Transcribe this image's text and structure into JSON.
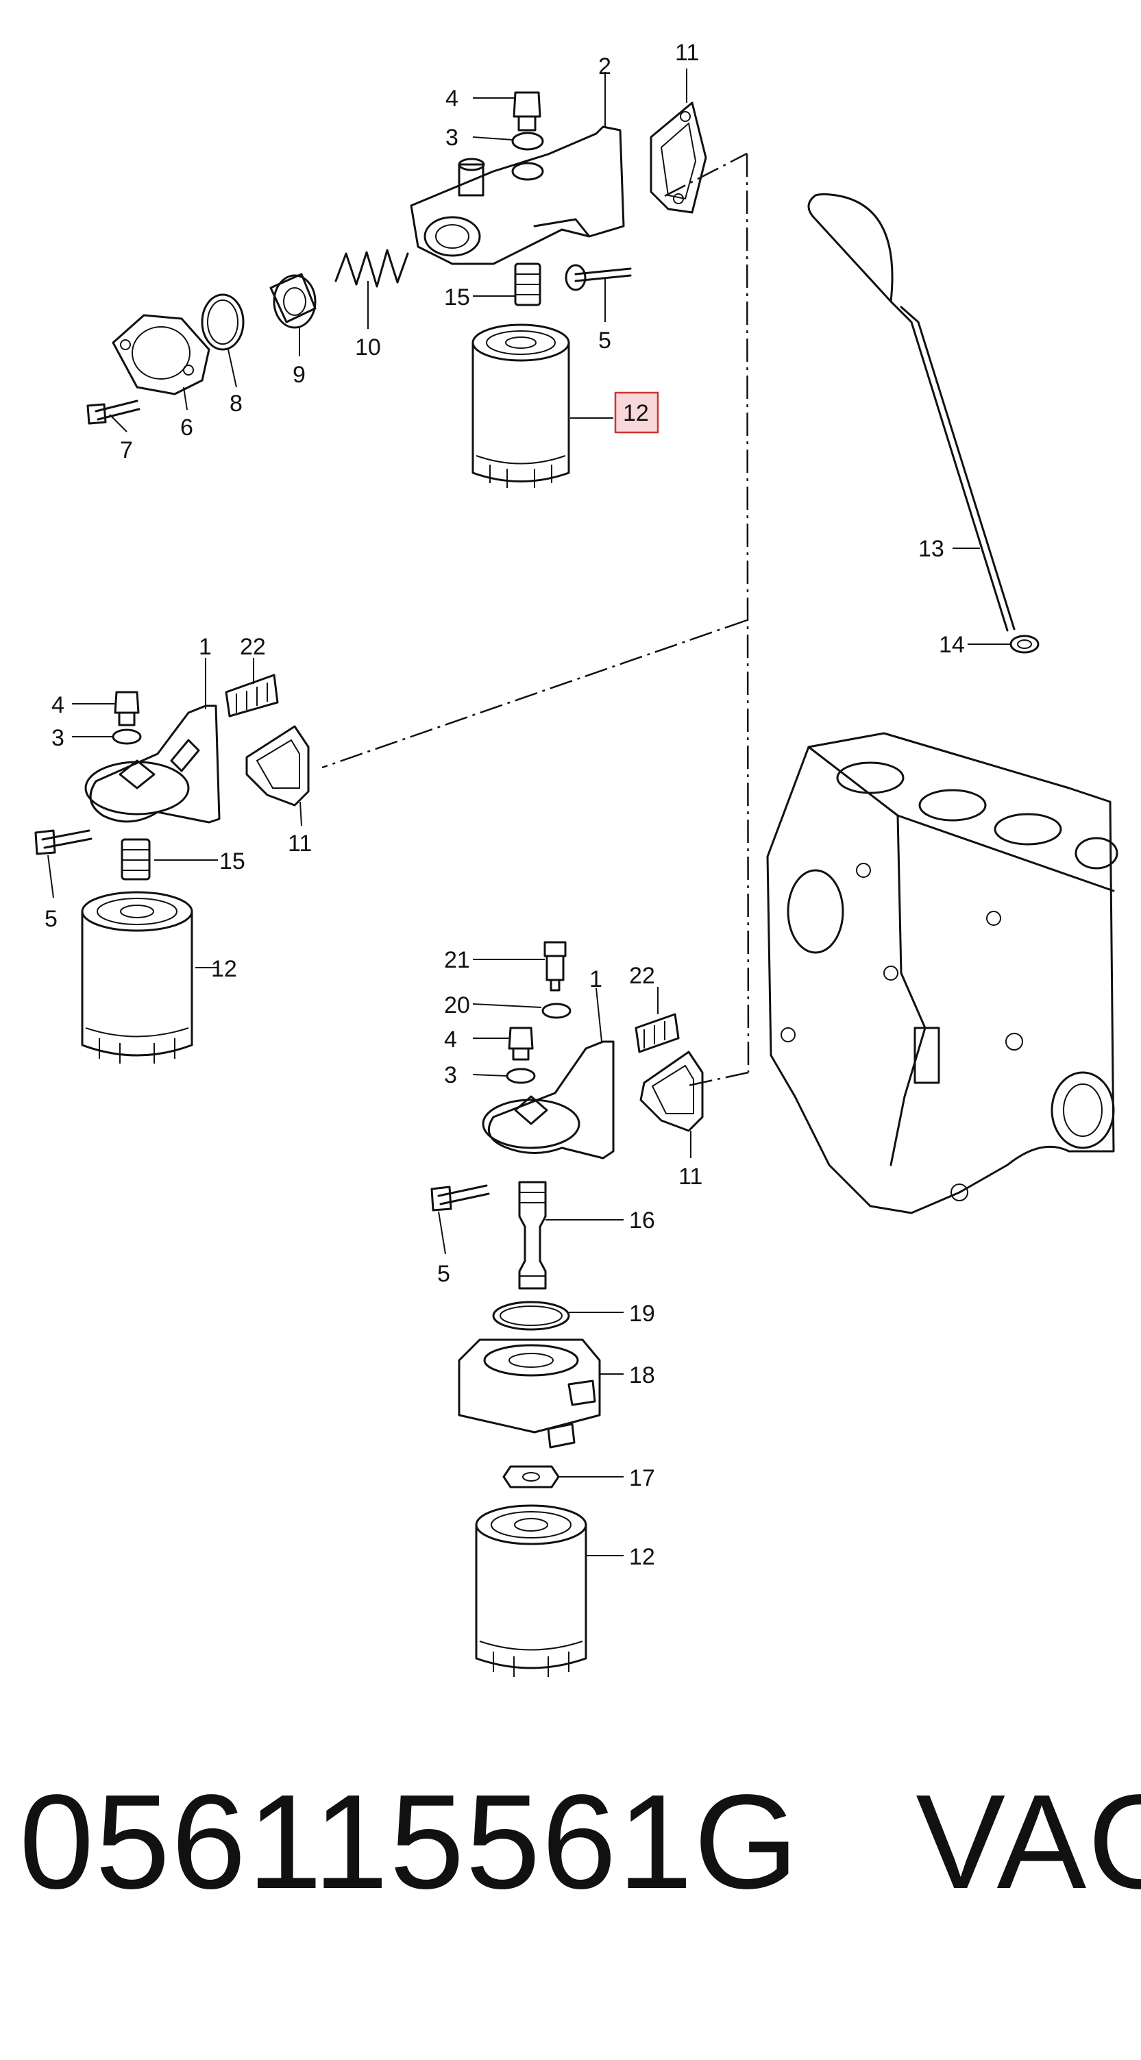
{
  "callouts": {
    "c1": "11",
    "c2": "2",
    "c3": "4",
    "c4": "3",
    "c5": "15",
    "c6": "5",
    "c7": "10",
    "c8": "9",
    "c9": "8",
    "c10": "6",
    "c11": "7",
    "c12": "12",
    "c13": "13",
    "c14": "14",
    "c15": "1",
    "c16": "22",
    "c17": "4",
    "c18": "3",
    "c19": "11",
    "c20": "5",
    "c21": "15",
    "c22": "12",
    "c23": "21",
    "c24": "20",
    "c25": "4",
    "c26": "3",
    "c27": "1",
    "c28": "22",
    "c29": "11",
    "c30": "5",
    "c31": "16",
    "c32": "19",
    "c33": "18",
    "c34": "17",
    "c35": "12"
  },
  "footer": {
    "part_number": "056115561G",
    "brand": "VAG"
  },
  "highlight_color": "#cc3333",
  "highlight_fill": "#f8d8d8"
}
